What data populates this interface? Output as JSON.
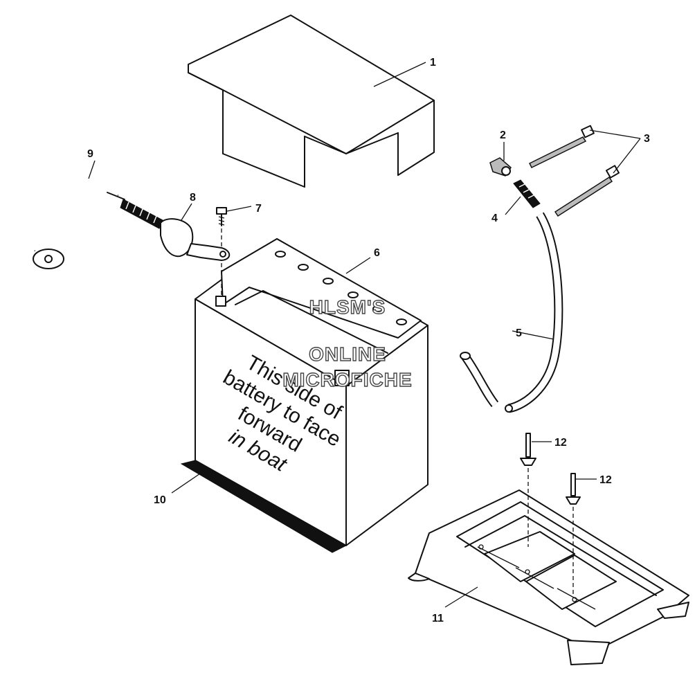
{
  "callouts": {
    "c1": "1",
    "c2": "2",
    "c3": "3",
    "c4": "4",
    "c5": "5",
    "c6": "6",
    "c7": "7",
    "c8": "8",
    "c9": "9",
    "c10": "10",
    "c11": "11",
    "c12a": "12",
    "c12b": "12"
  },
  "battery_label": {
    "line1": "This side of",
    "line2": "battery to face",
    "line3": "forward",
    "line4": "in boat"
  },
  "watermark": {
    "line1": "HLSM'S",
    "line2": "ONLINE",
    "line3": "MICROFICHE"
  }
}
